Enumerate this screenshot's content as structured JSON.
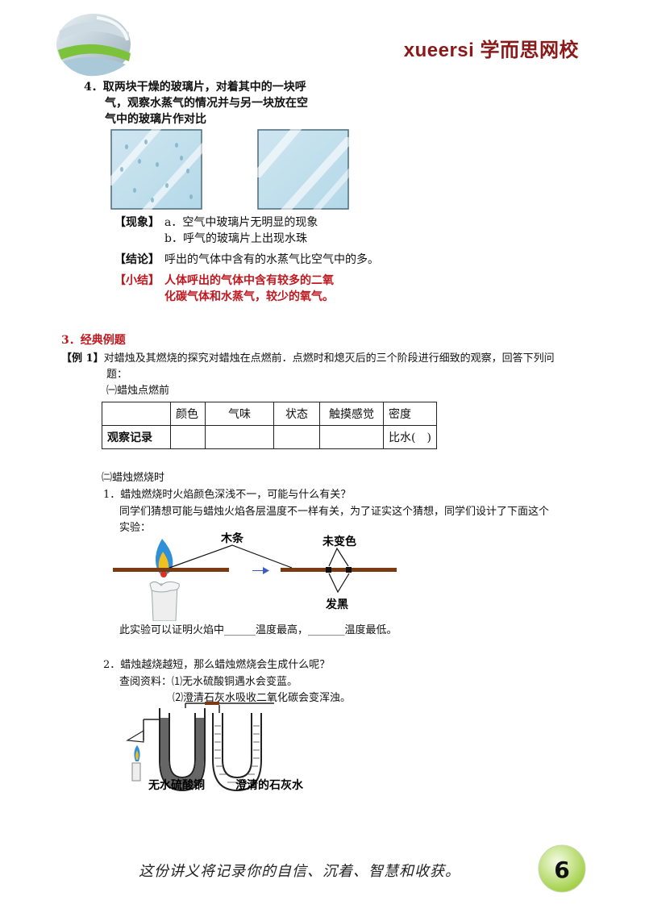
{
  "header": {
    "brand": "xueersi 学而思网校"
  },
  "section4": {
    "heading": "4．取两块干燥的玻璃片，对着其中的一块呼",
    "heading_line2": "气，观察水蒸气的情况并与另一块放在空",
    "heading_line3": "气中的玻璃片作对比",
    "phenomenon_label": "【现象】",
    "phenomenon_a": "a．空气中玻璃片无明显的现象",
    "phenomenon_b": "b．呼气的玻璃片上出现水珠",
    "conclusion_label": "【结论】",
    "conclusion": "呼出的气体中含有的水蒸气比空气中的多。",
    "summary_label": "【小结】",
    "summary_line1": "人体呼出的气体中含有较多的二氧",
    "summary_line2": "化碳气体和水蒸气，较少的氧气。"
  },
  "section3": {
    "title": "3．经典例题",
    "example_label": "【例 1】",
    "example_text": "对蜡烛及其燃烧的探究对蜡烛在点燃前．点燃时和熄灭后的三个阶段进行细致的观察，回答下列问",
    "example_text2": "题：",
    "part1": "㈠蜡烛点燃前",
    "table": {
      "headers": [
        "",
        "颜色",
        "气味",
        "状态",
        "触摸感觉",
        "密度"
      ],
      "row_label": "观察记录",
      "density_cell": "比水(　)"
    },
    "part2": "㈡蜡烛燃烧时",
    "q1": "1．蜡烛燃烧时火焰颜色深浅不一，可能与什么有关？",
    "q1_guess": "同学们猜想可能与蜡烛火焰各层温度不一样有关，为了证实这个猜想，同学们设计了下面这个",
    "q1_guess2": "实验：",
    "fig1_label_stick": "木条",
    "fig1_label_unchanged": "未变色",
    "fig1_label_black": "发黑",
    "q1_fill": "此实验可以证明火焰中______温度最高，_______温度最低。",
    "q2": "2．蜡烛越烧越短，那么蜡烛燃烧会生成什么呢？",
    "q2_ref": "查阅资料：⑴无水硫酸铜遇水会变蓝。",
    "q2_ref2": "⑵澄清石灰水吸收二氧化碳会变浑浊。",
    "fig2_label_left": "无水硫酸铜",
    "fig2_label_right": "澄清的石灰水"
  },
  "footer": {
    "motto": "这份讲义将记录你的自信、沉着、智慧和收获。",
    "page_number": "6"
  }
}
